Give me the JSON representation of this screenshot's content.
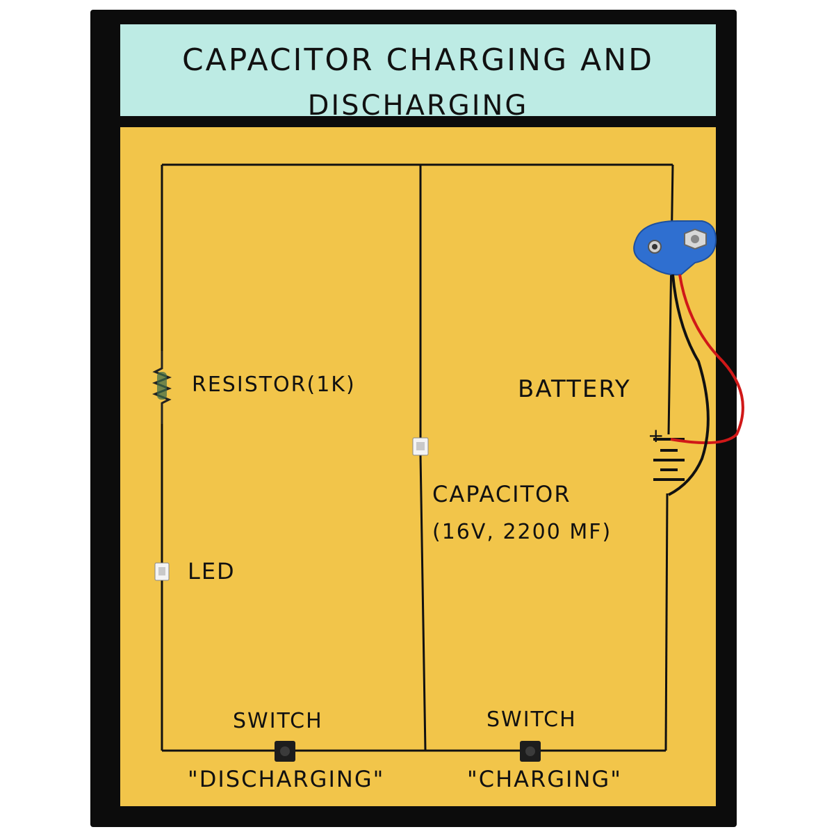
{
  "title": {
    "line1": "Capacitor Charging And",
    "line2": "Discharging"
  },
  "labels": {
    "resistor": "Resistor(1k)",
    "battery": "Battery",
    "capacitor_line1": "Capacitor",
    "capacitor_line2": "(16V, 2200 µF)",
    "led": "LED",
    "switch_left": "Switch",
    "switch_right": "Switch",
    "discharging": "\"Discharging\"",
    "charging": "\"Charging\"",
    "battery_plus": "+"
  },
  "colors": {
    "board": "#0c0c0c",
    "title_strip": "#bdebe4",
    "paper": "#f2c54a",
    "wire": "#111111",
    "battery_clip": "#2f6fd0",
    "red_wire": "#d01818"
  }
}
